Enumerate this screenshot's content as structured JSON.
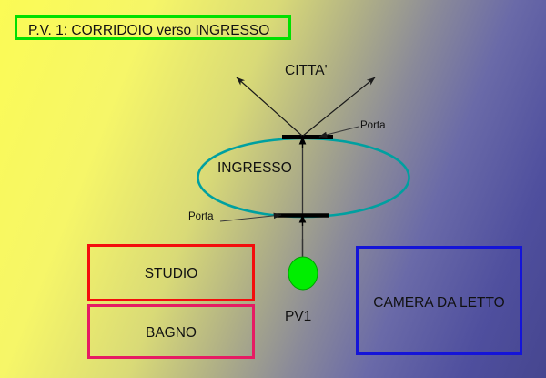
{
  "diagram": {
    "title": "P.V. 1: CORRIDOIO verso INGRESSO",
    "title_border_color": "#00e000",
    "background": {
      "from_color": "#fafa50",
      "to_color": "#4a4a96"
    },
    "labels": {
      "citta": "CITTA'",
      "ingresso": "INGRESSO",
      "porta_top": "Porta",
      "porta_bottom": "Porta",
      "pv1": "PV1"
    },
    "rooms": [
      {
        "name": "STUDIO",
        "border_color": "#f40d0d"
      },
      {
        "name": "BAGNO",
        "border_color": "#e61b63"
      },
      {
        "name": "CAMERA DA LETTO",
        "border_color": "#1414d8"
      }
    ],
    "shapes": {
      "ingresso_ellipse_color": "#00a0a0",
      "viewpoint_marker_color": "#00ee00",
      "viewpoint_marker_border": "#00a000",
      "door_color": "#000000",
      "line_color": "#333333"
    }
  }
}
